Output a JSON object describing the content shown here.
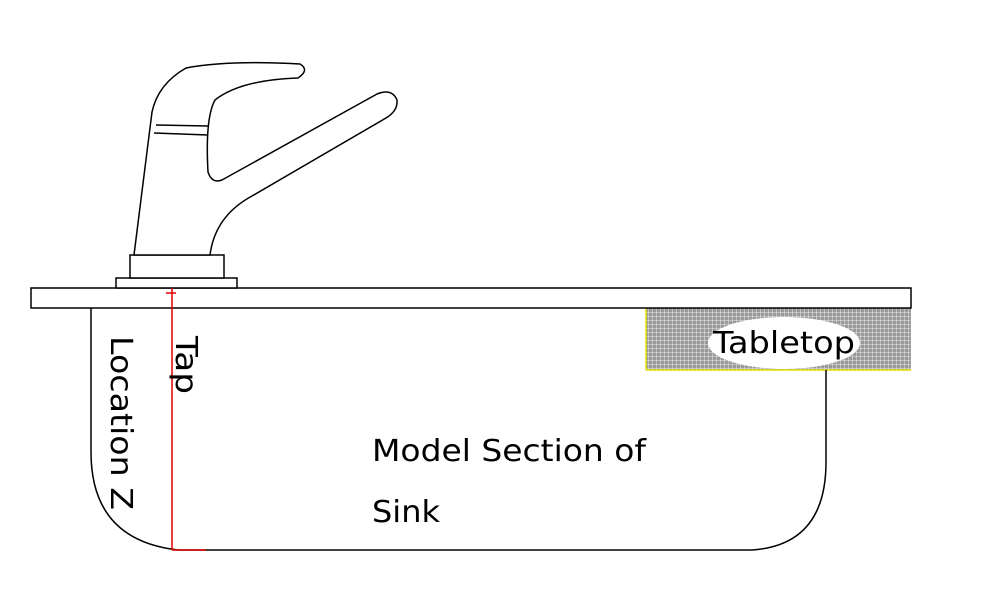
{
  "labels": {
    "tabletop": "Tabletop",
    "tap_line1": "Tap",
    "tap_line2": "Location Z",
    "caption_line1": "Model Section of",
    "caption_line2": "Sink"
  },
  "colors": {
    "outline": "#000000",
    "dimension_marker": "#e00000",
    "tabletop_fill": "#9a9a9a",
    "tabletop_grid": "#ffffff",
    "tabletop_edge": "#e8e000",
    "background": "#ffffff"
  }
}
